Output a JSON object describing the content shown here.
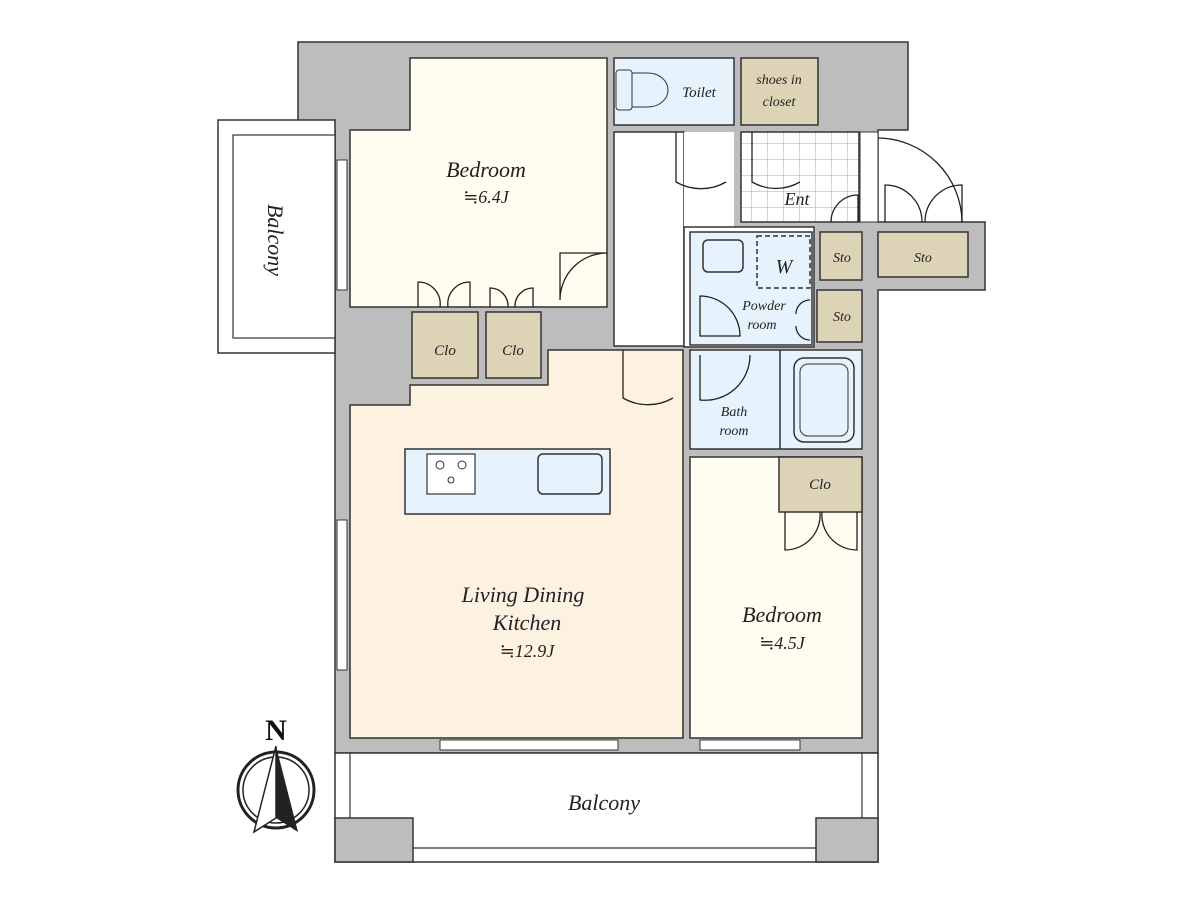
{
  "title": "Floor plan",
  "colors": {
    "wall": "#bdbdbd",
    "bedroom": "#fffdf0",
    "ldk": "#fdf1e1",
    "wet": "#e6f3fc",
    "closet": "#ddd4b8"
  },
  "rooms": {
    "bedroom1": {
      "name": "Bedroom",
      "size": "≒6.4J"
    },
    "bedroom2": {
      "name": "Bedroom",
      "size": "≒4.5J"
    },
    "ldk": {
      "name1": "Living Dining",
      "name2": "Kitchen",
      "size": "≒12.9J"
    },
    "toilet": "Toilet",
    "shoes1": "shoes in",
    "shoes2": "closet",
    "entrance": "Ent",
    "powder1": "Powder",
    "powder2": "room",
    "bath1": "Bath",
    "bath2": "room",
    "washer": "W",
    "sto": "Sto",
    "clo": "Clo",
    "balcony": "Balcony"
  },
  "compass": "N"
}
